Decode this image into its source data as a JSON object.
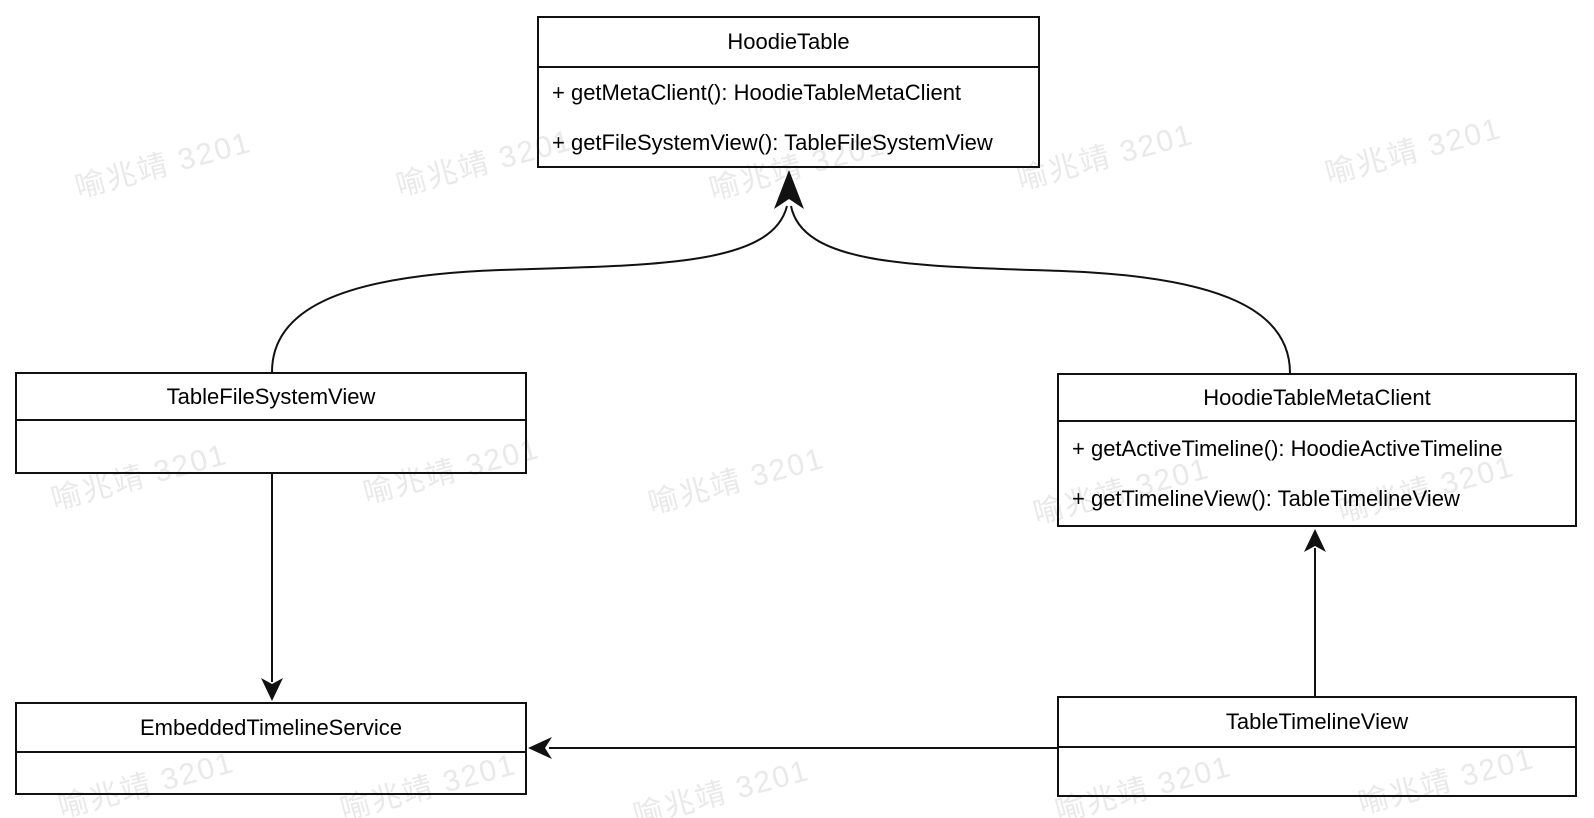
{
  "diagram": {
    "classes": [
      {
        "id": "hoodie-table",
        "name": "HoodieTable",
        "methods": [
          "+ getMetaClient(): HoodieTableMetaClient",
          "+ getFileSystemView(): TableFileSystemView"
        ]
      },
      {
        "id": "table-file-system-view",
        "name": "TableFileSystemView",
        "methods": []
      },
      {
        "id": "hoodie-table-meta-client",
        "name": "HoodieTableMetaClient",
        "methods": [
          "+ getActiveTimeline(): HoodieActiveTimeline",
          "+ getTimelineView(): TableTimelineView"
        ]
      },
      {
        "id": "embedded-timeline-service",
        "name": "EmbeddedTimelineService",
        "methods": []
      },
      {
        "id": "table-timeline-view",
        "name": "TableTimelineView",
        "methods": []
      }
    ],
    "relationships": [
      {
        "from": "TableFileSystemView",
        "to": "HoodieTable",
        "style": "curved-arrow"
      },
      {
        "from": "HoodieTableMetaClient",
        "to": "HoodieTable",
        "style": "curved-arrow"
      },
      {
        "from": "TableFileSystemView",
        "to": "EmbeddedTimelineService",
        "style": "straight-arrow"
      },
      {
        "from": "TableTimelineView",
        "to": "HoodieTableMetaClient",
        "style": "straight-arrow"
      },
      {
        "from": "TableTimelineView",
        "to": "EmbeddedTimelineService",
        "style": "straight-arrow"
      }
    ],
    "watermark": {
      "text": "喻兆靖 3201",
      "color": "#e9e9e9"
    },
    "colors": {
      "line": "#111111",
      "text": "#000000",
      "background": "#ffffff"
    }
  }
}
